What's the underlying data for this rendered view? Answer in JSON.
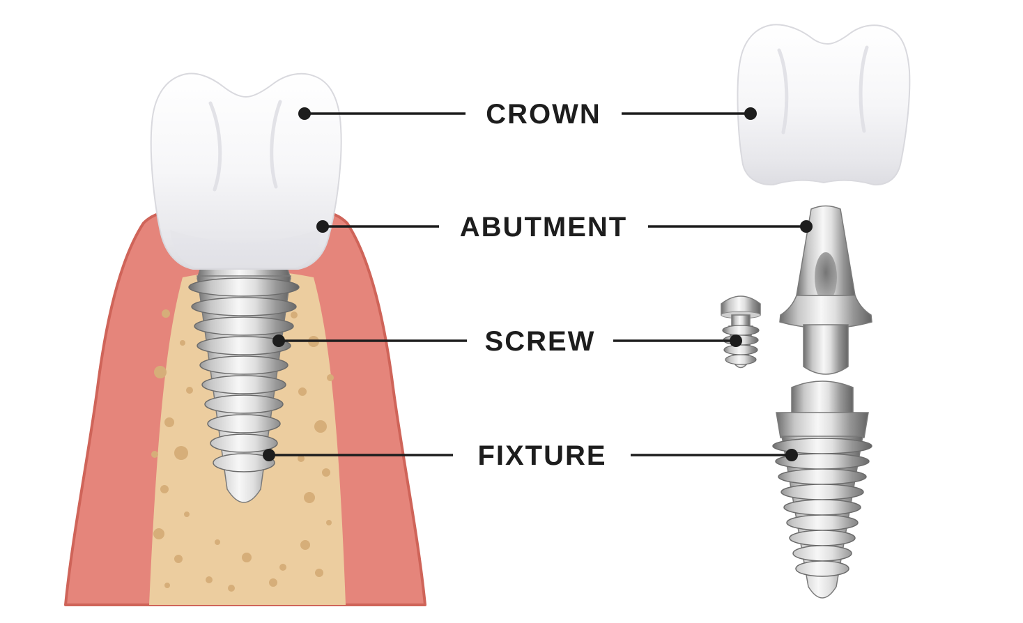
{
  "diagram": {
    "type": "dental-implant-structure",
    "labels": [
      {
        "id": "crown",
        "text": "CROWN"
      },
      {
        "id": "abutment",
        "text": "ABUTMENT"
      },
      {
        "id": "screw",
        "text": "SCREW"
      },
      {
        "id": "fixture",
        "text": "FIXTURE"
      }
    ]
  },
  "colors": {
    "gum": "#e5857b",
    "gum_outline": "#cf6459",
    "bone": "#eccd9f",
    "bone_speckle": "#d6ae79",
    "line": "#1d1d1d",
    "text": "#1d1d1d",
    "crown_light": "#ffffff",
    "crown_shade": "#dddde2",
    "metal_light": "#f7f7f7",
    "metal_dark": "#646464"
  }
}
